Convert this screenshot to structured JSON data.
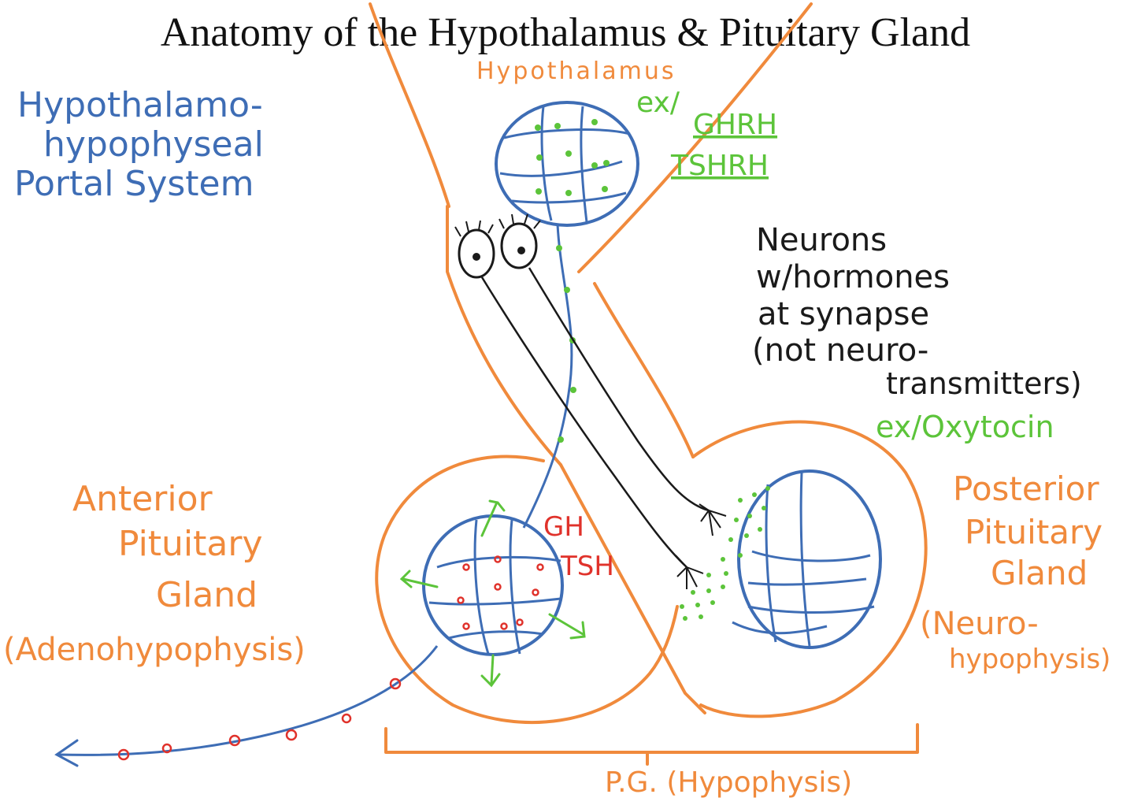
{
  "title": "Anatomy of the Hypothalamus & Pituitary Gland",
  "colors": {
    "orange": "#F08A3C",
    "blue": "#3E6DB5",
    "green": "#5CC43A",
    "red": "#E0322B",
    "black": "#1a1a1a"
  },
  "labels": {
    "hypothalamus": "Hypothalamus",
    "portal": [
      "Hypothalamo-",
      "hypophyseal",
      "Portal System"
    ],
    "ex_prefix": "ex/",
    "ghrh": "GHRH",
    "tshrh": "TSHRH",
    "neurons": [
      "Neurons",
      "w/hormones",
      "at synapse",
      "(not neuro-",
      "transmitters)"
    ],
    "ex_oxytocin": "ex/Oxytocin",
    "anterior": [
      "Anterior",
      "Pituitary",
      "Gland",
      "(Adenohypophysis)"
    ],
    "posterior": [
      "Posterior",
      "Pituitary",
      "Gland",
      "(Neuro-",
      "hypophysis)"
    ],
    "gh": "GH",
    "tsh": "TSH",
    "pg": "P.G. (Hypophysis)"
  }
}
